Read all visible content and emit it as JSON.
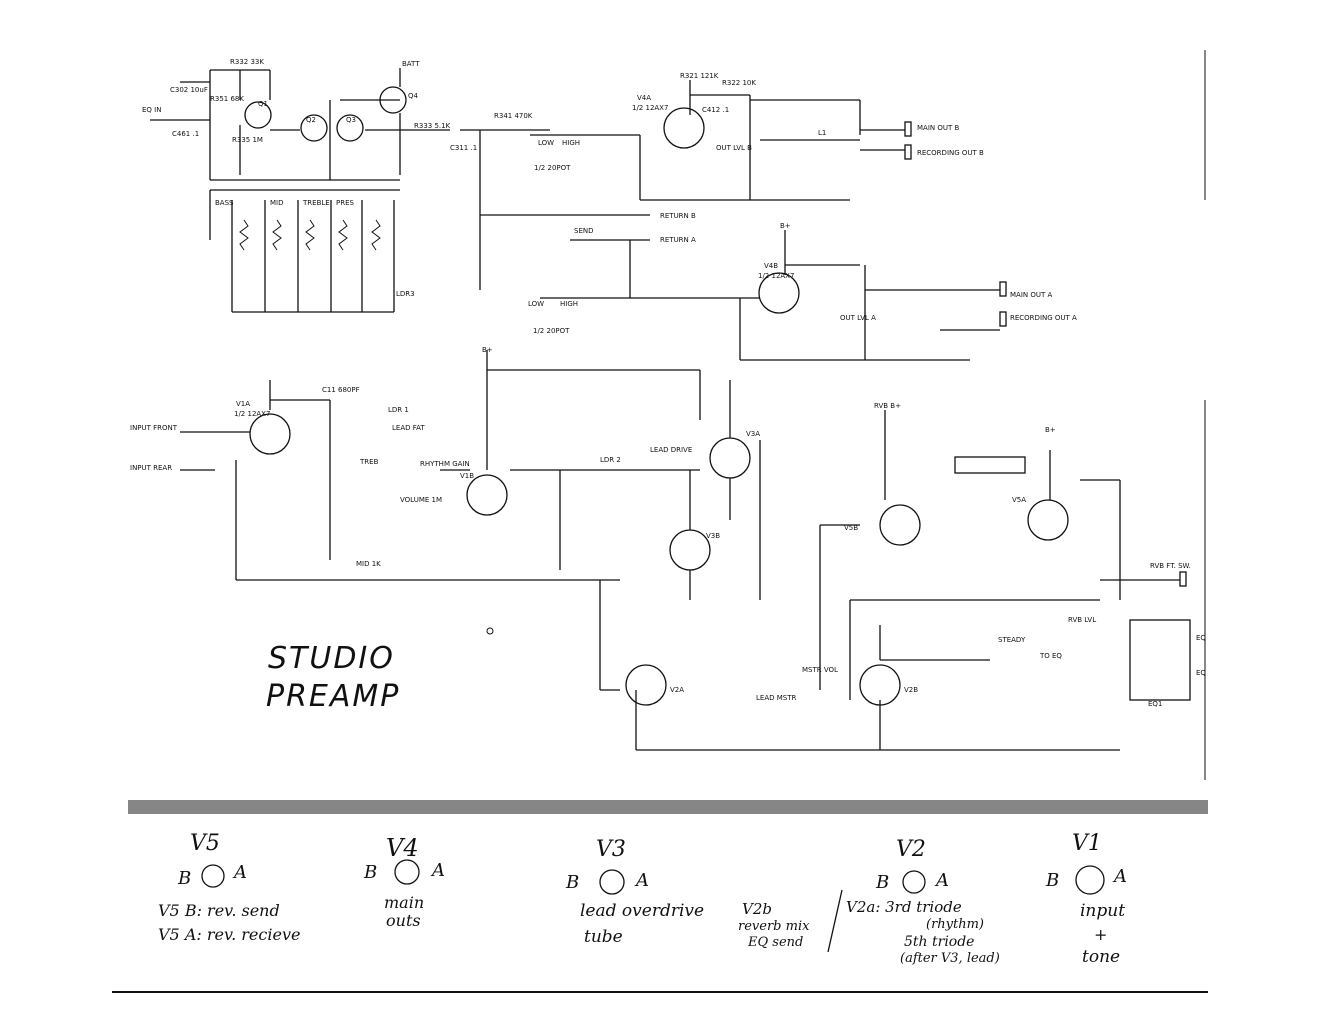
{
  "title_line1": "STUDIO",
  "title_line2": "PREAMP",
  "schematic_labels": {
    "eq_in": "EQ IN",
    "c302": "C302 10uF",
    "r332": "R332 33K",
    "r351": "R351 68K",
    "q1": "Q1",
    "c461": "C461 .1",
    "r335": "R335 1M",
    "q2": "Q2",
    "q3": "Q3",
    "q4": "Q4",
    "batt": "BATT",
    "r333": "R333 5.1K",
    "r341": "R341 470K",
    "c311": "C311 .1",
    "v4a": "V4A",
    "v4a_tube": "1/2 12AX7",
    "r321": "R321 121K",
    "c412": "C412 .1",
    "r322": "R322 10K",
    "l1": "L1",
    "main_out_b": "MAIN OUT B",
    "recording_out_b": "RECORDING OUT B",
    "return_b": "RETURN B",
    "return_a": "RETURN A",
    "send": "SEND",
    "low": "LOW",
    "high": "HIGH",
    "half_20pot": "1/2 20POT",
    "v4b": "V4B",
    "v4b_tube": "1/2 12AX7",
    "main_out_a": "MAIN OUT A",
    "recording_out_a": "RECORDING OUT A",
    "out_lvl_a": "OUT LVL A",
    "out_lvl_b": "OUT LVL B",
    "bass": "BASS",
    "treble": "TREBLE",
    "mid": "MID",
    "presence": "PRES",
    "ldr3": "LDR3",
    "bplus": "B+",
    "v1a": "V1A",
    "v1a_tube": "1/2 12AX7",
    "input_front": "INPUT FRONT",
    "input_rear": "INPUT REAR",
    "c11": "C11 680PF",
    "ldr1": "LDR 1",
    "lead_fat": "LEAD FAT",
    "treb": "TREB",
    "rhythm_gain": "RHYTHM GAIN",
    "volume": "VOLUME 1M",
    "v1b": "V1B",
    "v3a": "V3A",
    "v3b": "V3B",
    "lead_drive": "LEAD DRIVE",
    "ldr2": "LDR 2",
    "lead_mstr": "LEAD MSTR",
    "rvb_bplus": "RVB B+",
    "v5b": "V5B",
    "v5a": "V5A",
    "v2a": "V2A",
    "v2b": "V2B",
    "rvb_lvl": "RVB LVL",
    "rvb_ft_sw": "RVB FT. SW.",
    "steady": "STEADY",
    "to_eq": "TO EQ",
    "eq": "EQ",
    "eq1": "EQ1",
    "mstr_vol": "MSTR VOL",
    "mid_lbl": "MID 1K"
  },
  "tube_key": [
    {
      "name": "V5",
      "b": "B",
      "a": "A",
      "desc": [
        "V5 B: rev. send",
        "V5 A: rev. recieve"
      ]
    },
    {
      "name": "V4",
      "b": "B",
      "a": "A",
      "desc": [
        "main",
        "outs"
      ]
    },
    {
      "name": "V3",
      "b": "B",
      "a": "A",
      "desc": [
        "lead overdrive",
        "tube"
      ]
    },
    {
      "name": "V2",
      "b": "B",
      "a": "A",
      "desc": [
        "V2b",
        "reverb mix",
        "EQ send"
      ],
      "desc2": [
        "V2a: 3rd triode",
        "(rhythm)",
        "5th triode",
        "(after V3, lead)"
      ]
    },
    {
      "name": "V1",
      "b": "B",
      "a": "A",
      "desc": [
        "input",
        "+",
        "tone"
      ]
    }
  ]
}
